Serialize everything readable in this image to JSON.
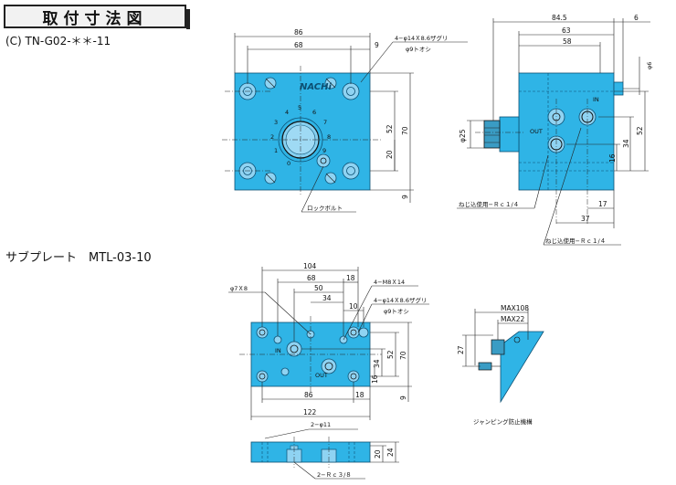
{
  "header": {
    "title": "取付寸法図"
  },
  "valve": {
    "model": "(C)  TN-G02-＊＊-11",
    "brand": "NACHi",
    "dims_top": [
      "86",
      "68",
      "9",
      "84.5",
      "63",
      "58",
      "6"
    ],
    "dims_side": [
      "52",
      "70",
      "20",
      "9",
      "52",
      "34",
      "16"
    ],
    "hole_callout": [
      "4−φ14Ｘ8.6ザグリ",
      "φ9トオシ"
    ],
    "lock_bolt": "ロックボルト",
    "dial_numbers": [
      "0",
      "1",
      "2",
      "3",
      "4",
      "5",
      "6",
      "7",
      "8",
      "9"
    ],
    "ports": {
      "in": "IN",
      "out": "OUT"
    },
    "thread_note_1": "ねじ込使用−Ｒｃ１/４",
    "thread_note_2": "ねじ込使用−Ｒｃ１/４",
    "dia25": "φ25",
    "dia6": "φ6",
    "dims_bottom": [
      "17",
      "37"
    ]
  },
  "subplate": {
    "label": "サブプレート　MTL-03-10",
    "dims_top": [
      "104",
      "68",
      "18",
      "50",
      "34",
      "10"
    ],
    "bolt_callout": "4−M8Ｘ14",
    "hole_callout": [
      "4−φ14Ｘ8.6ザグリ",
      "φ9トオシ"
    ],
    "pin_callout": "φ7Ｘ8",
    "dims_side": [
      "52",
      "70",
      "34",
      "16",
      "9"
    ],
    "dims_bottom": [
      "86",
      "18",
      "122"
    ],
    "hole_note": "2−φ11",
    "port_note": "2−Ｒｃ３/８",
    "height_dims": [
      "20",
      "24"
    ],
    "ports": {
      "in": "IN",
      "out": "OUT"
    }
  },
  "anti_jump": {
    "max1": "MAX108",
    "max2": "MAX22",
    "dim27": "27",
    "caption": "ジャンピング防止機構"
  }
}
